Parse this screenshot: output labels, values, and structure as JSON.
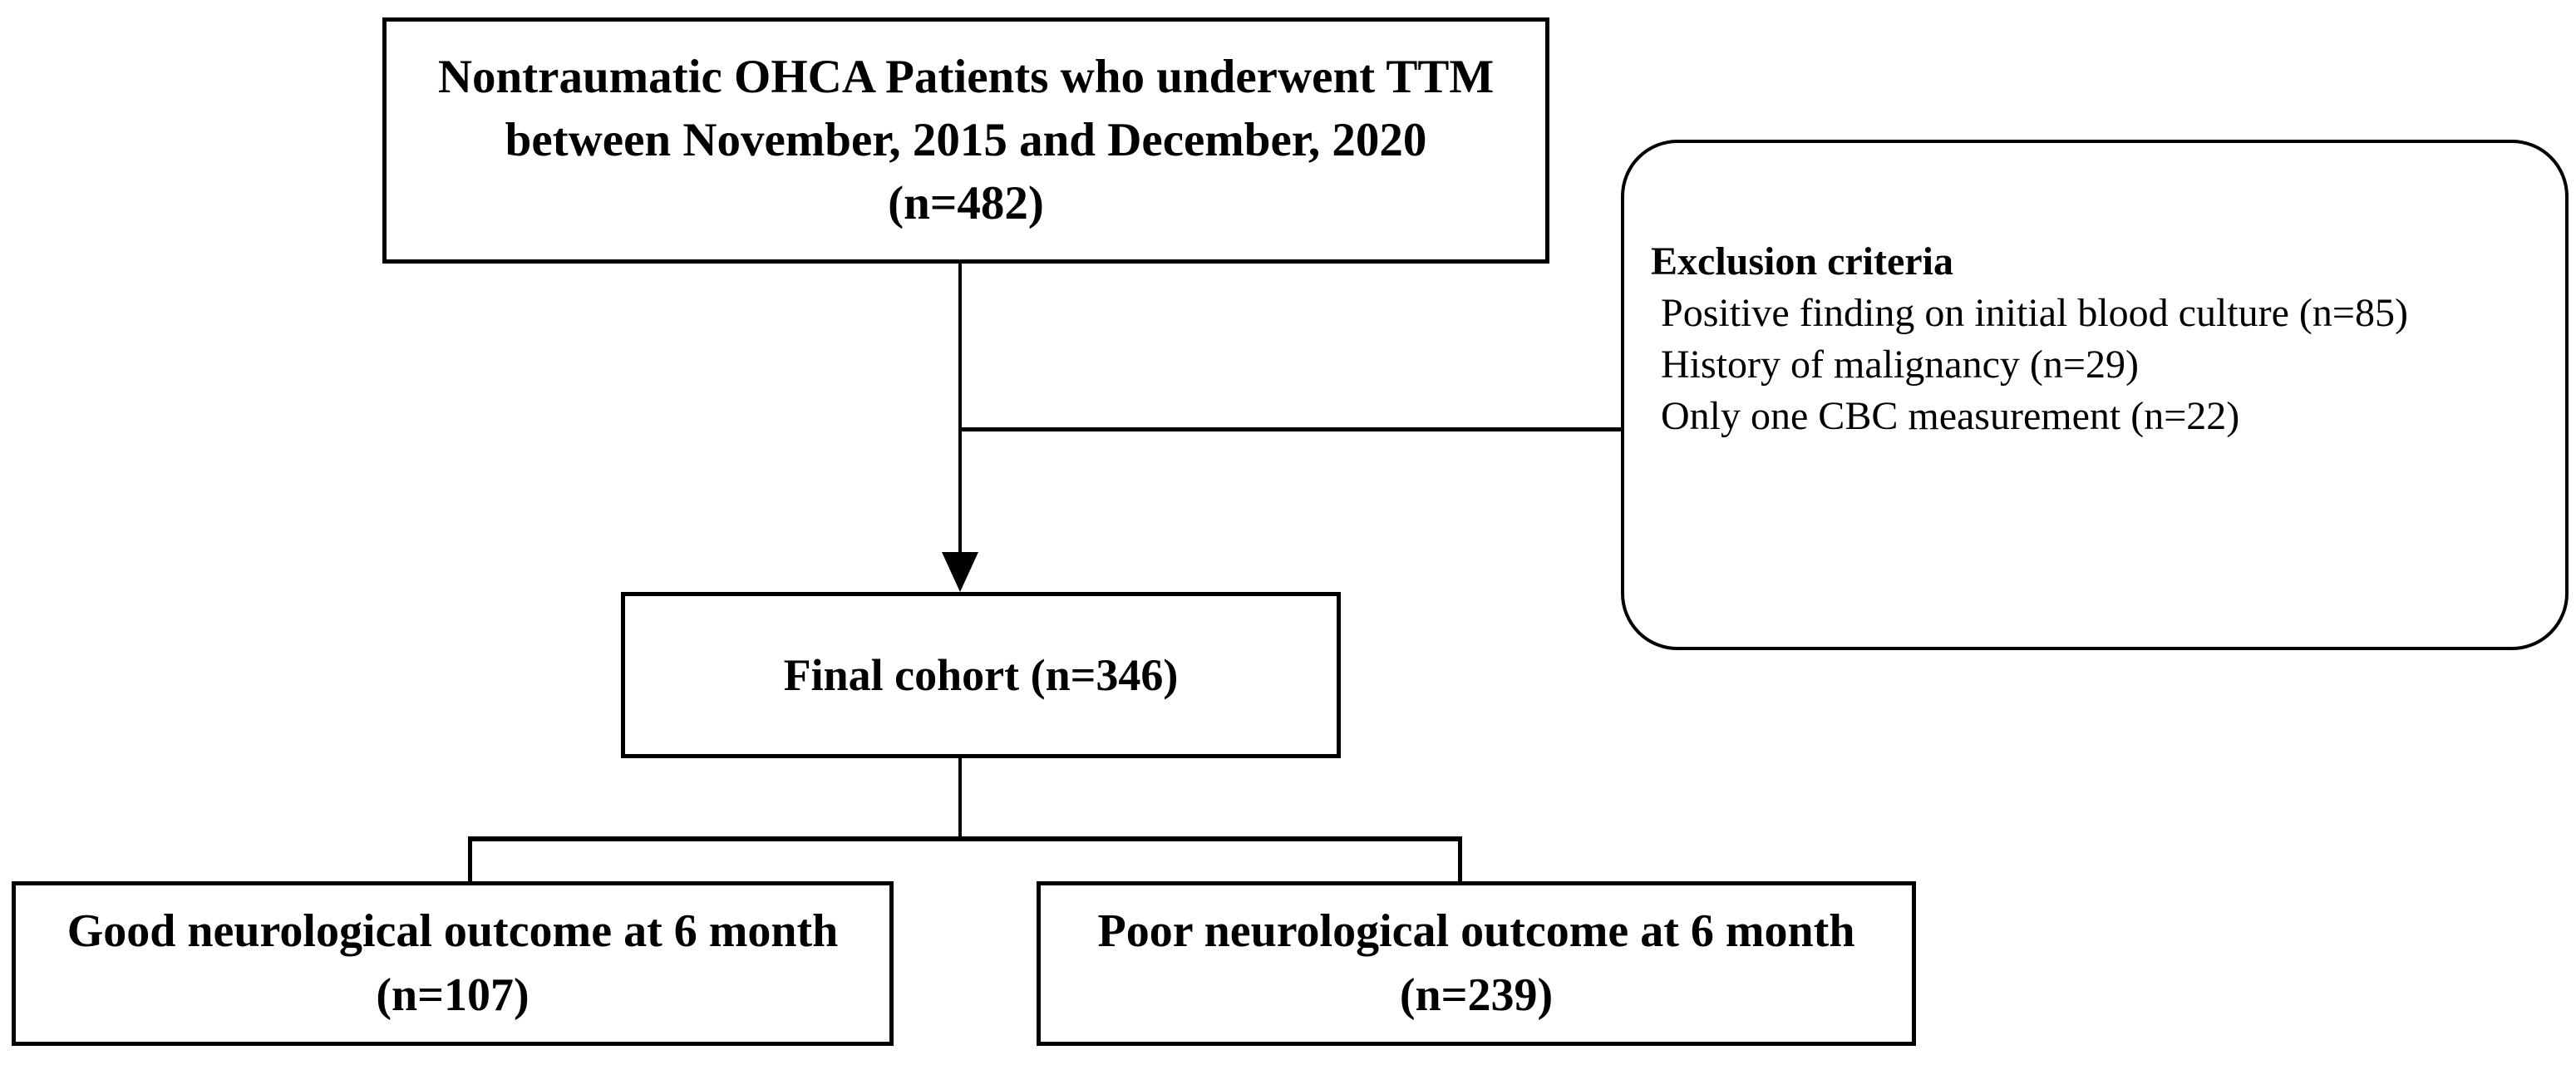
{
  "figure": {
    "background_color": "#ffffff",
    "line_color": "#000000",
    "text_color": "#000000",
    "top_box": {
      "line1": "Nontraumatic OHCA Patients who underwent TTM",
      "line2": "between November, 2015 and December, 2020",
      "line3": "(n=482)"
    },
    "exclusion_box": {
      "title": "Exclusion criteria",
      "items": [
        "Positive finding on initial blood culture (n=85)",
        "History of malignancy (n=29)",
        "Only one CBC measurement (n=22)"
      ]
    },
    "final_box": {
      "label": "Final cohort (n=346)"
    },
    "good_outcome_box": {
      "line1": "Good neurological outcome at 6 month",
      "line2": "(n=107)"
    },
    "poor_outcome_box": {
      "line1": "Poor neurological outcome at 6 month",
      "line2": "(n=239)"
    }
  }
}
